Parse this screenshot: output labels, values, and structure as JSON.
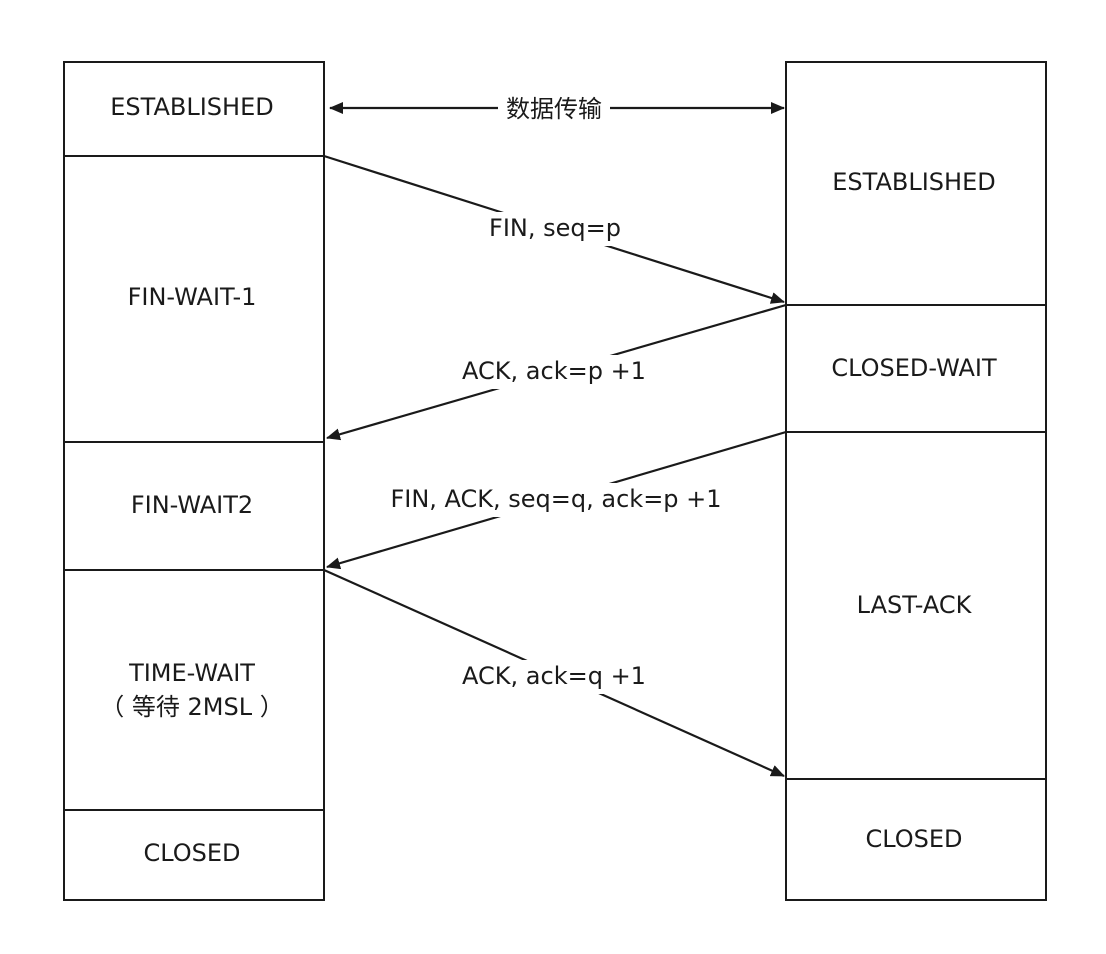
{
  "left_states": [
    {
      "id": "established",
      "lines": [
        "ESTABLISHED"
      ]
    },
    {
      "id": "fin-wait-1",
      "lines": [
        "FIN-WAIT-1"
      ]
    },
    {
      "id": "fin-wait-2",
      "lines": [
        "FIN-WAIT2"
      ]
    },
    {
      "id": "time-wait",
      "lines": [
        "TIME-WAIT",
        "（ 等待 2MSL ）"
      ]
    },
    {
      "id": "closed",
      "lines": [
        "CLOSED"
      ]
    }
  ],
  "right_states": [
    {
      "id": "established",
      "lines": [
        "ESTABLISHED"
      ]
    },
    {
      "id": "closed-wait",
      "lines": [
        "CLOSED-WAIT"
      ]
    },
    {
      "id": "last-ack",
      "lines": [
        "LAST-ACK"
      ]
    },
    {
      "id": "closed",
      "lines": [
        "CLOSED"
      ]
    }
  ],
  "messages": [
    {
      "id": "data-transfer",
      "label": "数据传输"
    },
    {
      "id": "fin",
      "label": "FIN, seq=p"
    },
    {
      "id": "ack-1",
      "label": "ACK, ack=p +1"
    },
    {
      "id": "fin-ack",
      "label": "FIN, ACK, seq=q, ack=p +1"
    },
    {
      "id": "ack-2",
      "label": "ACK, ack=q +1"
    }
  ],
  "colors": {
    "line": "#1a1a1a",
    "background": "#ffffff"
  }
}
